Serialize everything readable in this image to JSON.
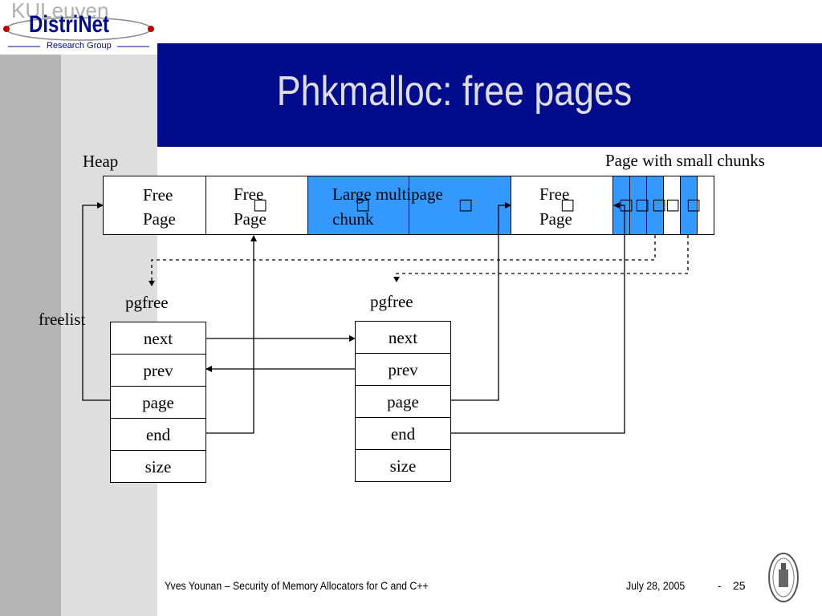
{
  "header": {
    "logo_watermark": "KULeuven",
    "logo_name": "DistriNet",
    "logo_sub": "Research Group",
    "title": "Phkmalloc: free pages"
  },
  "diagram": {
    "heap_label": "Heap",
    "small_chunks_label": "Page with small chunks",
    "heap_cells": {
      "free1_line1": "Free",
      "free1_line2": "Page",
      "free2_line1": "Free",
      "free2_line2": "Page",
      "large_line1": "Large multipage",
      "large_line2": "chunk",
      "free3_line1": "Free",
      "free3_line2": "Page"
    },
    "placeholder_glyph": "□",
    "freelist_label": "freelist",
    "left_struct": {
      "label": "pgfree",
      "fields": [
        "next",
        "prev",
        "page",
        "end",
        "size"
      ]
    },
    "right_struct": {
      "label": "pgfree",
      "fields": [
        "next",
        "prev",
        "page",
        "end",
        "size"
      ]
    }
  },
  "footer": {
    "author_text": "Yves Younan – Security of Memory Allocators for C and C++",
    "date": "July 28, 2005",
    "separator": "-",
    "page": "25"
  },
  "colors": {
    "title_bar": "#000c8c",
    "chunk_blue": "#3399ff",
    "sidebar": "#b4b4b4"
  }
}
